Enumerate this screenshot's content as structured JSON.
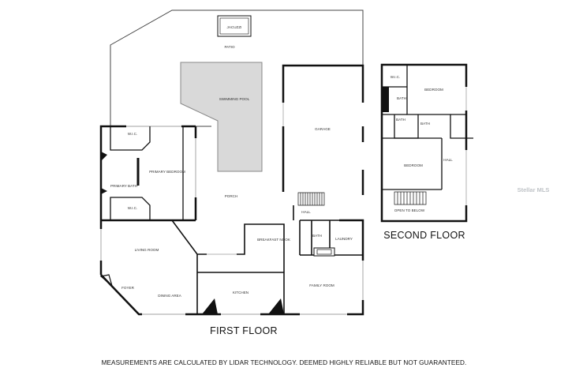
{
  "floors": {
    "first": "FIRST FLOOR",
    "second": "SECOND FLOOR"
  },
  "rooms": {
    "jacuzzi": "JACUZZI",
    "patio": "PATIO",
    "swimming_pool": "SWIMMING POOL",
    "garage": "GARAGE",
    "wic_top": "W.I.C.",
    "primary_bedroom": "PRIMARY BEDROOM",
    "primary_bath": "PRIMARY BATH",
    "wic_bottom": "W.I.C.",
    "porch": "PORCH",
    "hall_first": "HALL",
    "living_room": "LIVING ROOM",
    "breakfast_nook": "BREAKFAST NOOK",
    "bath_first": "BATH",
    "laundry": "LAUNDRY",
    "foyer": "FOYER",
    "dining_area": "DINING AREA",
    "kitchen": "KITCHEN",
    "family_room": "FAMILY ROOM",
    "wic_second": "W.I.C.",
    "bath_second_a": "BATH",
    "bedroom_second_a": "BEDROOM",
    "bath_second_b": "BATH",
    "bath_second_c": "BATH",
    "bedroom_second_b": "BEDROOM",
    "hall_second": "HALL",
    "open_to_below": "OPEN TO BELOW"
  },
  "disclaimer": "MEASUREMENTS ARE CALCULATED BY LIDAR TECHNOLOGY. DEEMED HIGHLY RELIABLE BUT NOT GUARANTEED.",
  "watermark": "Stellar MLS",
  "colors": {
    "wall": "#111111",
    "pool": "#d9d9d9",
    "window": "#b3b3b3"
  }
}
